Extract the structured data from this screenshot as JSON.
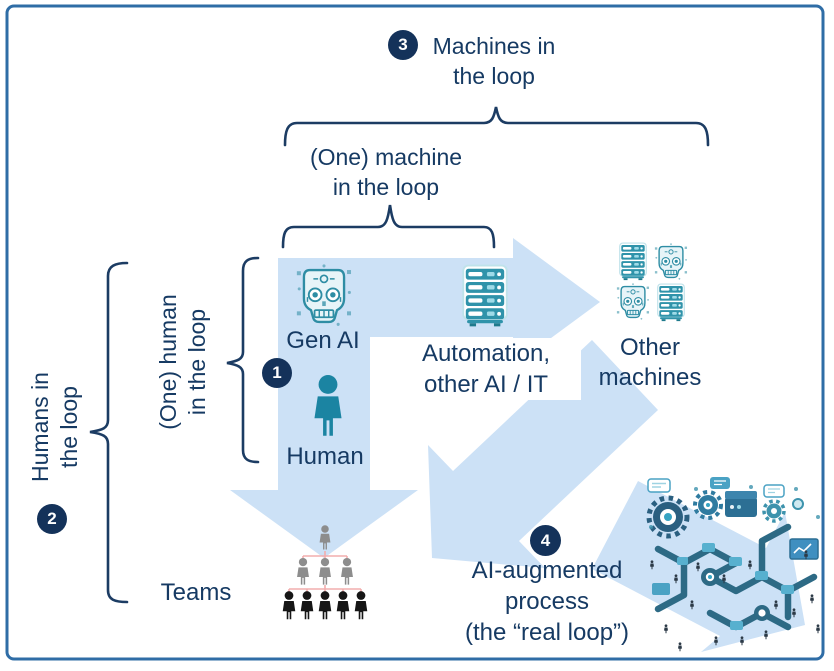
{
  "colors": {
    "frame_border": "#2f6da6",
    "arrow_fill": "#cce1f6",
    "text_navy": "#163a63",
    "badge_navy": "#14325a",
    "icon_teal": "#2e8da4",
    "org_connector_pink": "#f2adad"
  },
  "title": {
    "badge": "3",
    "line1": "Machines in",
    "line2": "the loop"
  },
  "one_machine": {
    "line1": "(One) machine",
    "line2": "in the loop"
  },
  "humans": {
    "badge": "2",
    "line1": "Humans in",
    "line2": "the loop"
  },
  "one_human": {
    "badge": "1",
    "line1": "(One) human",
    "line2": "in the loop"
  },
  "nodes": {
    "gen_ai": {
      "label": "Gen AI",
      "icon": "robot-head-icon"
    },
    "automation": {
      "line1": "Automation,",
      "line2": "other AI / IT",
      "icon": "server-rack-icon"
    },
    "other_machines": {
      "line1": "Other",
      "line2": "machines",
      "icon": "servers-and-robot-heads-grid-icon"
    },
    "human": {
      "label": "Human",
      "icon": "person-icon"
    },
    "teams": {
      "label": "Teams",
      "icon": "org-chart-people-icon"
    },
    "process_illustration": {
      "icon": "ai-factory-process-illustration"
    }
  },
  "process": {
    "badge": "4",
    "line1": "AI-augmented",
    "line2": "process",
    "line3": "(the “real loop”)"
  }
}
